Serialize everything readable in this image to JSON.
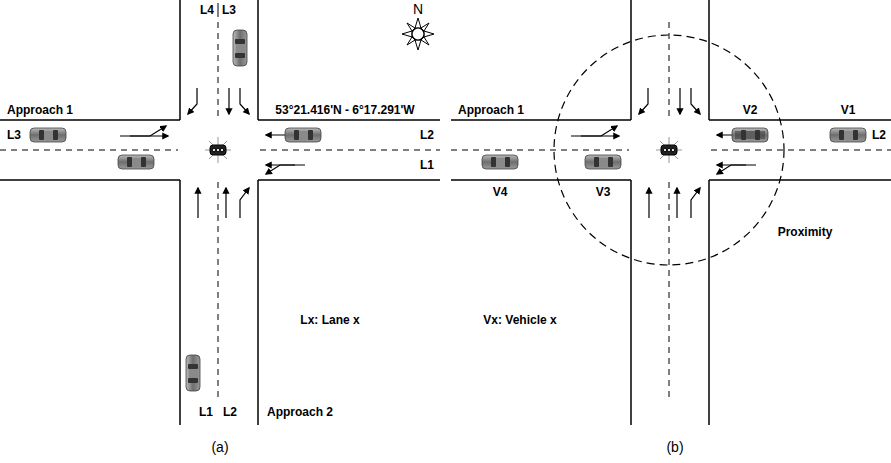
{
  "diagram": {
    "labels": [
      "L4",
      "L3",
      "N",
      "53°21.416'N - 6°17.291'W",
      "Approach 1",
      "L3",
      "L2",
      "L1",
      "Lx: Lane x",
      "L1",
      "L2",
      "Approach 2",
      "(a)",
      "Approach 1",
      "V2",
      "V1",
      "L2",
      "V4",
      "V3",
      "Vx: Vehicle x",
      "Proximity",
      "(b)"
    ]
  }
}
